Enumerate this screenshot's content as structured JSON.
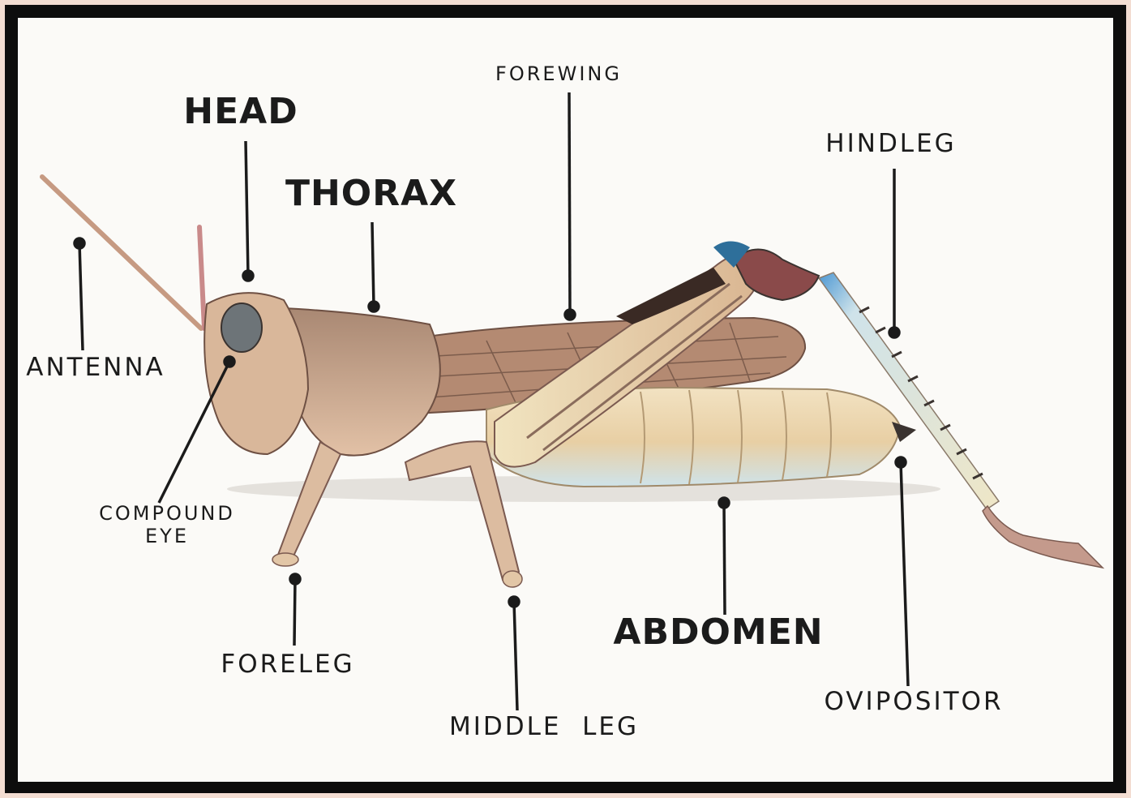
{
  "labels": {
    "head": "HEAD",
    "thorax": "THORAX",
    "forewing": "FOREWING",
    "hindleg": "HINDLEG",
    "antenna": "ANTENNA",
    "compound_eye_line1": "COMPOUND",
    "compound_eye_line2": "EYE",
    "foreleg": "FORELEG",
    "middle_leg": "MIDDLE  LEG",
    "abdomen": "ABDOMEN",
    "ovipositor": "OVIPOSITOR"
  },
  "colors": {
    "frame": "#0d0d0d",
    "outer_border": "#f3ddd2",
    "paper": "#fbfaf7",
    "body_tan": "#d9b79a",
    "abdomen_cream": "#ecd6b0",
    "wing_brown": "#b48a72",
    "hindleg_blue": "#3f8fcf",
    "leader_line": "#1b1b1b"
  }
}
